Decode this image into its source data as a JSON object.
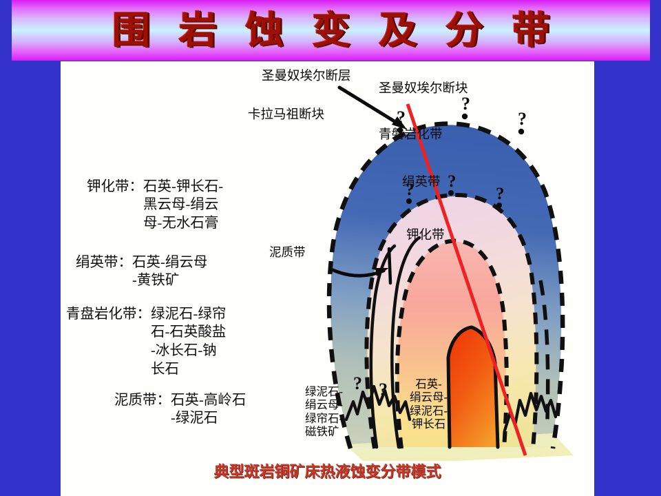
{
  "slide": {
    "title": "围 岩 蚀 变 及 分 带",
    "background_color": "#3333cc",
    "banner_accent": "#d81ef5",
    "title_color": "#9c1006"
  },
  "legend": {
    "items": [
      {
        "name": "钾化带：",
        "desc": "石英-钾长石-\n黑云母-绢云\n母-无水石膏"
      },
      {
        "name": "绢英带：",
        "desc": "石英-绢云母\n-黄铁矿"
      },
      {
        "name": "青盘岩化带：",
        "desc": "绿泥石-绿帘\n石-石英酸盐\n-冰长石-钠\n长石"
      },
      {
        "name": "泥质带：",
        "desc": "石英-高岭石\n-绿泥石"
      }
    ]
  },
  "diagram": {
    "labels": {
      "fault": "圣曼奴埃尔断层",
      "block_east": "圣曼奴埃尔断块",
      "block_west": "卡拉马祖断块",
      "propylitic_zone": "青磐岩化带",
      "phyllic_zone": "绢英带",
      "potassic_zone": "钾化带",
      "argillic_zone": "泥质带",
      "assemblage_left": "绿泥石-\n绢云母-\n绿帘石-\n磁铁矿",
      "assemblage_core": "石英-\n绢云母-\n绿泥石-\n钾长石",
      "query_left": "?",
      "query_mid": "?"
    },
    "colors": {
      "propylitic_top": "#3a5fae",
      "propylitic_bottom": "#c9d0ba",
      "phyllic": "#f1ccd8",
      "potassic": "#f7a9a2",
      "core": "#f04a10",
      "fault_line": "#ee2222",
      "boundary": "#101010"
    }
  },
  "caption": {
    "text": "典型斑岩铜矿床热液蚀变分带模式",
    "color": "#c0392b"
  }
}
